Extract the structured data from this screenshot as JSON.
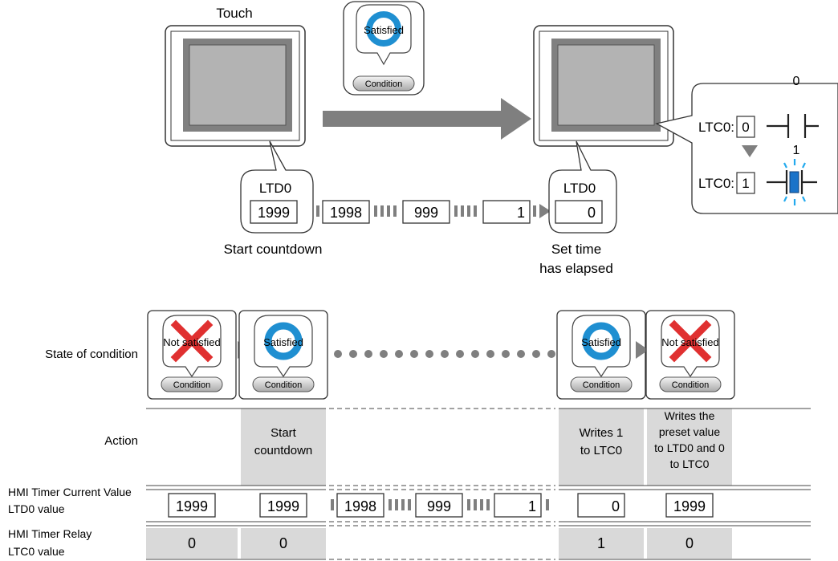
{
  "top": {
    "touch_label": "Touch",
    "satisfied_label": "Satisfied",
    "condition_label": "Condition",
    "ltd0_label": "LTD0",
    "start_value": "1999",
    "countdown_values": [
      "1998",
      "999",
      "1"
    ],
    "end_value": "0",
    "start_caption": "Start countdown",
    "elapsed_caption_line1": "Set time",
    "elapsed_caption_line2": "has elapsed",
    "ltc0_label": "LTC0:",
    "relay_before_value": "0",
    "relay_after_value": "1",
    "contact_before_state": "0",
    "contact_after_state": "1"
  },
  "bottom": {
    "row_labels": {
      "state": "State of condition",
      "action": "Action",
      "current_value_line1": "HMI Timer Current Value",
      "current_value_line2": "LTD0 value",
      "relay_line1": "HMI Timer Relay",
      "relay_line2": "LTC0 value"
    },
    "states": [
      "Not satisfied",
      "Satisfied",
      "Satisfied",
      "Not satisfied"
    ],
    "condition_label": "Condition",
    "actions": {
      "start_line1": "Start",
      "start_line2": "countdown",
      "writes1_line1": "Writes 1",
      "writes1_line2": "to LTC0",
      "preset_line1": "Writes the",
      "preset_line2": "preset value",
      "preset_line3": "to LTD0 and 0",
      "preset_line4": "to LTC0"
    },
    "ltd0_values": [
      "1999",
      "1999",
      "1998",
      "999",
      "1",
      "0",
      "1999"
    ],
    "ltc0_values": [
      "0",
      "0",
      "1",
      "0"
    ]
  },
  "colors": {
    "arrow_gray": "#7f7f7f",
    "gray_fill": "#d9d9d9",
    "circle_blue": "#1f8fd1",
    "cross_red": "#e03030",
    "relay_blue": "#1a73c9",
    "glow_cyan": "#22aaee"
  }
}
